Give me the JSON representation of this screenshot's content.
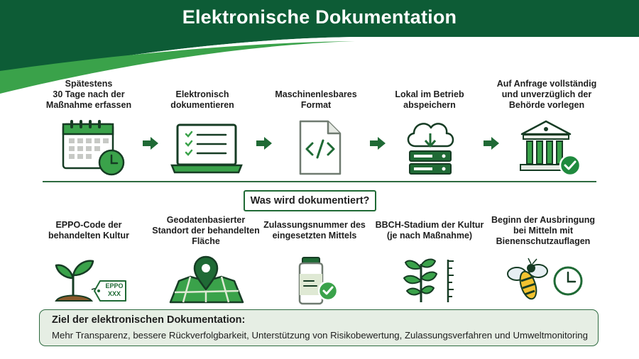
{
  "title": "Elektronische Dokumentation",
  "steps": [
    {
      "label": "Spätestens\n30 Tage nach der\nMaßnahme erfassen",
      "icon": "calendar-clock-icon"
    },
    {
      "label": "Elektronisch\ndokumentieren",
      "icon": "laptop-checklist-icon"
    },
    {
      "label": "Maschinenlesbares\nFormat",
      "icon": "code-file-icon"
    },
    {
      "label": "Lokal im Betrieb\nabspeichern",
      "icon": "cloud-server-icon"
    },
    {
      "label": "Auf Anfrage vollständig\nund unverzüglich der\nBehörde vorlegen",
      "icon": "authority-building-icon"
    }
  ],
  "subtitle": "Was wird dokumentiert?",
  "items": [
    {
      "label": "EPPO-Code der\nbehandelten Kultur",
      "icon": "seedling-tag-icon",
      "tag_line1": "EPPO",
      "tag_line2": "XXX"
    },
    {
      "label": "Geodatenbasierter\nStandort der behandelten\nFläche",
      "icon": "map-pin-icon"
    },
    {
      "label": "Zulassungsnummer des\neingesetzten Mittels",
      "icon": "bottle-check-icon"
    },
    {
      "label": "BBCH-Stadium der Kultur\n(je nach Maßnahme)",
      "icon": "plant-scale-icon"
    },
    {
      "label": "Beginn der Ausbringung\nbei Mitteln mit\nBienenschutzauflagen",
      "icon": "bee-clock-icon"
    }
  ],
  "goal": {
    "title": "Ziel der elektronischen Dokumentation:",
    "text": "Mehr Transparenz, bessere Rückverfolgbarkeit, Unterstützung von Risikobewertung, Zulassungsverfahren und Umweltmonitoring"
  },
  "colors": {
    "dark_green": "#0f5a35",
    "light_green": "#3aa24a",
    "icon_fill": "#dfe9d4"
  }
}
